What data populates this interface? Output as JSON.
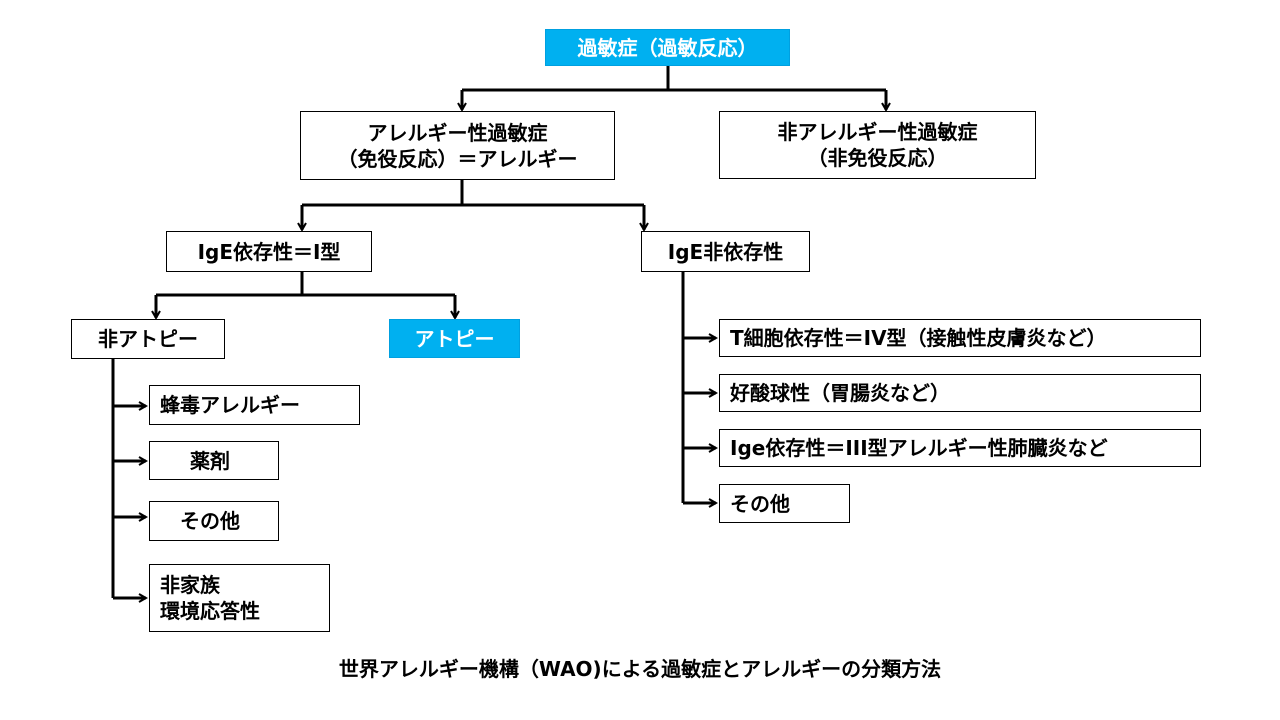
{
  "nodes": {
    "hypersensitivity": "過敏症（過敏反応）",
    "allergic": {
      "line1": "アレルギー性過敏症",
      "line2": "（免役反応）＝アレルギー"
    },
    "nonallergic": {
      "line1": "非アレルギー性過敏症",
      "line2": "（非免役反応）"
    },
    "ige_dependent": "IgE依存性＝I型",
    "ige_independent": "IgE非依存性",
    "non_atopy": "非アトピー",
    "atopy": "アトピー",
    "bee_venom": "蜂毒アレルギー",
    "drug": "薬剤",
    "other_left": "その他",
    "nonfamilial": {
      "line1": "非家族",
      "line2": "環境応答性"
    },
    "t_cell": "T細胞依存性＝IV型（接触性皮膚炎など）",
    "eosinophilic": "好酸球性（胃腸炎など）",
    "ige_type3": "Ige依存性＝III型アレルギー性肺臓炎など",
    "other_right": "その他"
  },
  "caption": "世界アレルギー機構（WAO)による過敏症とアレルギーの分類方法",
  "colors": {
    "highlight": "#00b0f0",
    "line": "#000000"
  }
}
